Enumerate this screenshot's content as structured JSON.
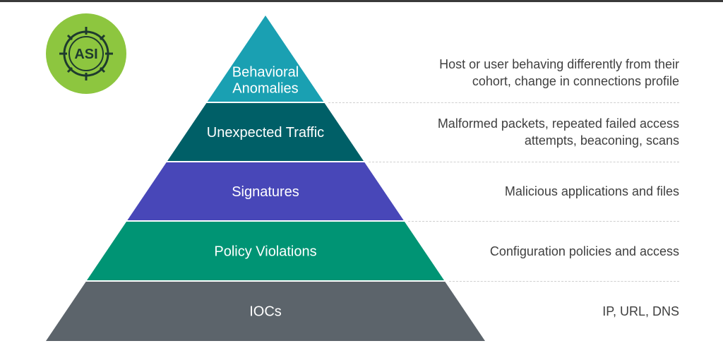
{
  "logo": {
    "text": "ASI",
    "bg_color": "#8dc63f",
    "ring_color": "#1e3b2e"
  },
  "tiers": [
    {
      "label_lines": [
        "Behavioral",
        "Anomalies"
      ],
      "color": "#1aa0b2",
      "description": "Host or user behaving differently from their\ncohort, change in connections profile"
    },
    {
      "label_lines": [
        "Unexpected Traffic"
      ],
      "color": "#005f67",
      "description": "Malformed packets, repeated failed access\nattempts, beaconing, scans"
    },
    {
      "label_lines": [
        "Signatures"
      ],
      "color": "#4847b8",
      "description": "Malicious applications and files"
    },
    {
      "label_lines": [
        "Policy Violations"
      ],
      "color": "#009474",
      "description": "Configuration policies and access"
    },
    {
      "label_lines": [
        "IOCs"
      ],
      "color": "#5c646b",
      "description": "IP, URL, DNS"
    }
  ]
}
